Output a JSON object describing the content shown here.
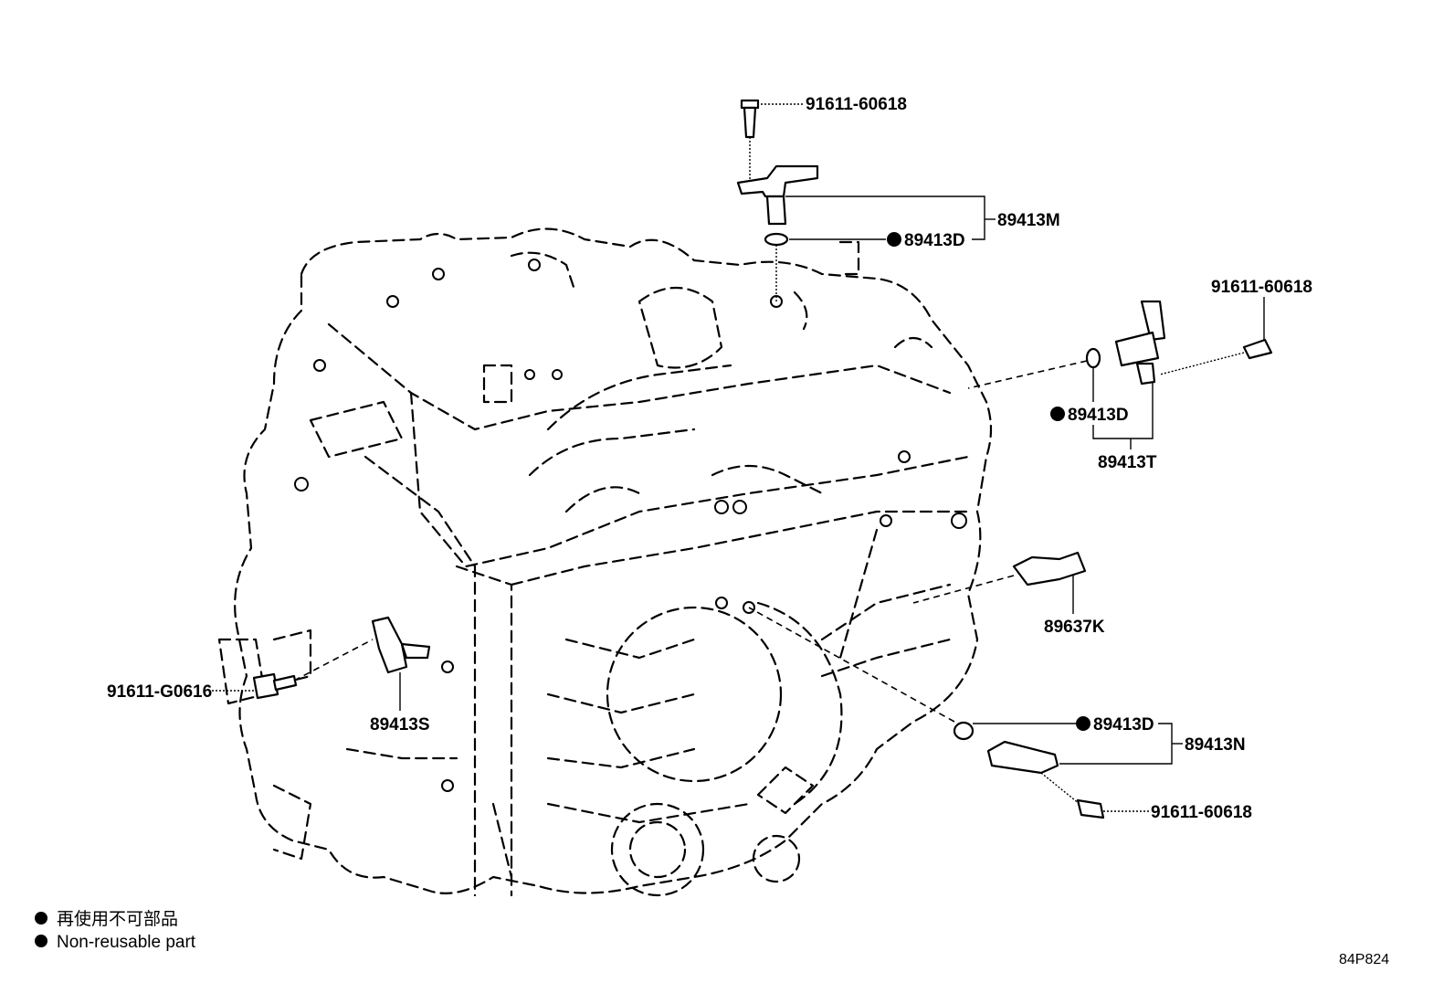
{
  "labels": {
    "bolt_top": "91611-60618",
    "sensor_top_assy": "89413M",
    "oring_top": "89413D",
    "bolt_right": "91611-60618",
    "oring_right": "89413D",
    "sensor_right_assy": "89413T",
    "switch_right": "89637K",
    "bolt_left": "91611-G0616",
    "sensor_left": "89413S",
    "oring_bottom": "89413D",
    "sensor_bottom_assy": "89413N",
    "bolt_bottom": "91611-60618"
  },
  "legend": {
    "line_jp": "再使用不可部品",
    "line_en": "Non-reusable part"
  },
  "diagram_code": "84P824"
}
